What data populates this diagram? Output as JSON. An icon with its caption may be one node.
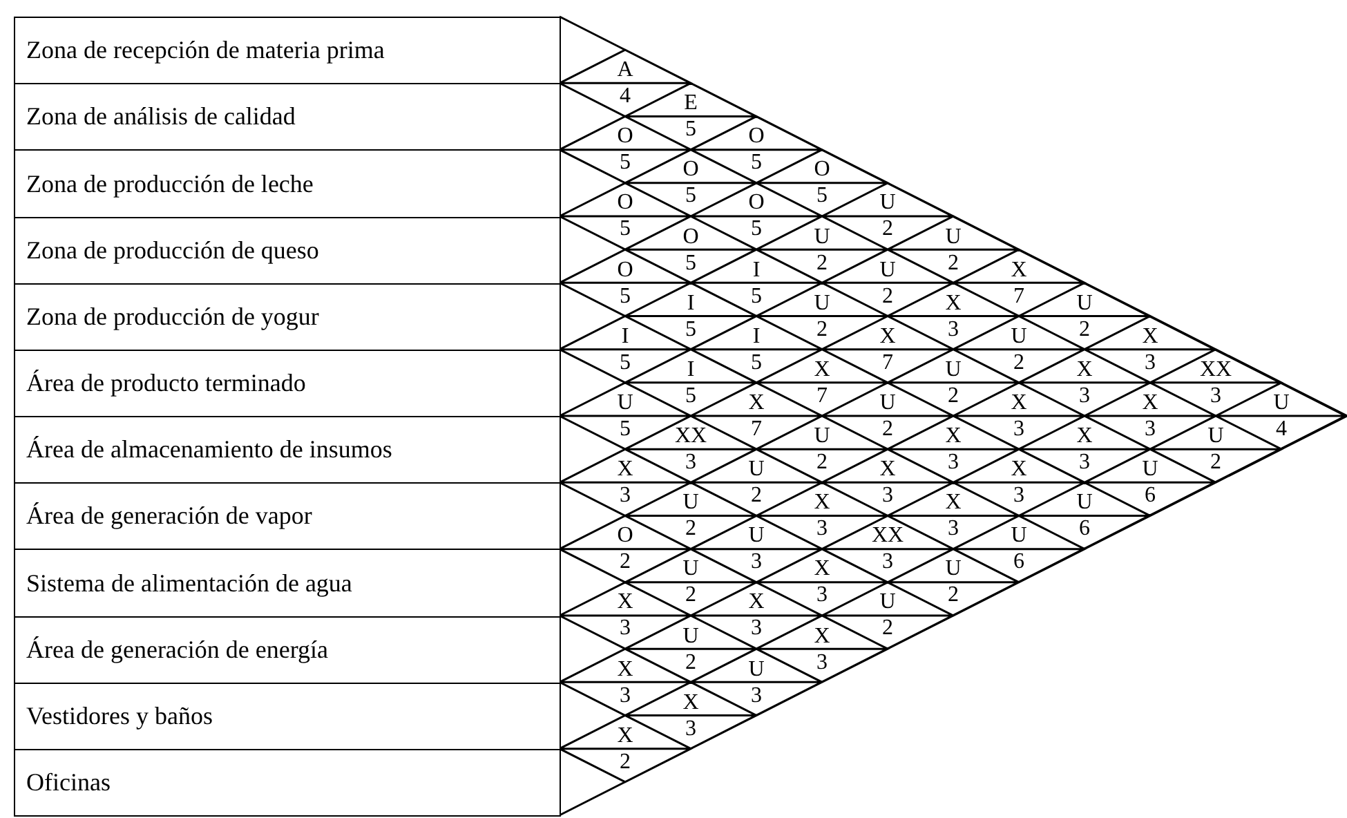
{
  "diagram": {
    "nodes": [
      {
        "text": [
          "Zona de recepción de materia prima"
        ]
      },
      {
        "text": [
          "Zona de análisis de calidad"
        ]
      },
      {
        "text": [
          "Zona de producción de leche"
        ]
      },
      {
        "text": [
          "Zona de producción de queso"
        ]
      },
      {
        "text": [
          "Zona de producción de yogur"
        ]
      },
      {
        "text": [
          "Área de producto terminado"
        ]
      },
      {
        "text": [
          "Área de almacenamiento de insumos"
        ]
      },
      {
        "text": [
          "Área de generación de vapor"
        ]
      },
      {
        "text": [
          "Sistema de alimentación de agua"
        ]
      },
      {
        "text": [
          "Área de generación de energía"
        ]
      },
      {
        "text": [
          "Vestidores y baños"
        ]
      },
      {
        "text": [
          "Oficinas"
        ]
      },
      {
        "text": [
          "A",
          "4"
        ]
      },
      {
        "text": [
          "E",
          "5"
        ]
      },
      {
        "text": [
          "O",
          "5"
        ]
      },
      {
        "text": [
          "O",
          "5"
        ]
      },
      {
        "text": [
          "O",
          "5"
        ]
      },
      {
        "text": [
          "O",
          "5"
        ]
      },
      {
        "text": [
          "O",
          "5"
        ]
      },
      {
        "text": [
          "O",
          "5"
        ]
      },
      {
        "text": [
          "U",
          "2"
        ]
      },
      {
        "text": [
          "O",
          "5"
        ]
      },
      {
        "text": [
          "U",
          "2"
        ]
      },
      {
        "text": [
          "U",
          "2"
        ]
      },
      {
        "text": [
          "O",
          "5"
        ]
      },
      {
        "text": [
          "I",
          "5"
        ]
      },
      {
        "text": [
          "U",
          "2"
        ]
      },
      {
        "text": [
          "X",
          "7"
        ]
      },
      {
        "text": [
          "I",
          "5"
        ]
      },
      {
        "text": [
          "U",
          "2"
        ]
      },
      {
        "text": [
          "X",
          "3"
        ]
      },
      {
        "text": [
          "U",
          "2"
        ]
      },
      {
        "text": [
          "I",
          "5"
        ]
      },
      {
        "text": [
          "I",
          "5"
        ]
      },
      {
        "text": [
          "X",
          "7"
        ]
      },
      {
        "text": [
          "U",
          "2"
        ]
      },
      {
        "text": [
          "X",
          "3"
        ]
      },
      {
        "text": [
          "I",
          "5"
        ]
      },
      {
        "text": [
          "X",
          "7"
        ]
      },
      {
        "text": [
          "U",
          "2"
        ]
      },
      {
        "text": [
          "X",
          "3"
        ]
      },
      {
        "text": [
          "XX",
          "3"
        ]
      },
      {
        "text": [
          "U",
          "5"
        ]
      },
      {
        "text": [
          "X",
          "7"
        ]
      },
      {
        "text": [
          "U",
          "2"
        ]
      },
      {
        "text": [
          "X",
          "3"
        ]
      },
      {
        "text": [
          "X",
          "3"
        ]
      },
      {
        "text": [
          "U",
          "4"
        ]
      },
      {
        "text": [
          "XX",
          "3"
        ]
      },
      {
        "text": [
          "U",
          "2"
        ]
      },
      {
        "text": [
          "X",
          "3"
        ]
      },
      {
        "text": [
          "X",
          "3"
        ]
      },
      {
        "text": [
          "U",
          "2"
        ]
      },
      {
        "text": [
          "X",
          "3"
        ]
      },
      {
        "text": [
          "U",
          "2"
        ]
      },
      {
        "text": [
          "X",
          "3"
        ]
      },
      {
        "text": [
          "X",
          "3"
        ]
      },
      {
        "text": [
          "U",
          "6"
        ]
      },
      {
        "text": [
          "U",
          "2"
        ]
      },
      {
        "text": [
          "X",
          "3"
        ]
      },
      {
        "text": [
          "X",
          "3"
        ]
      },
      {
        "text": [
          "U",
          "6"
        ]
      },
      {
        "text": [
          "O",
          "2"
        ]
      },
      {
        "text": [
          "U",
          "3"
        ]
      },
      {
        "text": [
          "XX",
          "3"
        ]
      },
      {
        "text": [
          "U",
          "6"
        ]
      },
      {
        "text": [
          "U",
          "2"
        ]
      },
      {
        "text": [
          "X",
          "3"
        ]
      },
      {
        "text": [
          "U",
          "2"
        ]
      },
      {
        "text": [
          "X",
          "3"
        ]
      },
      {
        "text": [
          "X",
          "3"
        ]
      },
      {
        "text": [
          "U",
          "2"
        ]
      },
      {
        "text": [
          "U",
          "2"
        ]
      },
      {
        "text": [
          "X",
          "3"
        ]
      },
      {
        "text": [
          "X",
          "3"
        ]
      },
      {
        "text": [
          "U",
          "3"
        ]
      },
      {
        "text": [
          "X",
          "3"
        ]
      },
      {
        "text": [
          "X",
          "2"
        ]
      }
    ]
  }
}
